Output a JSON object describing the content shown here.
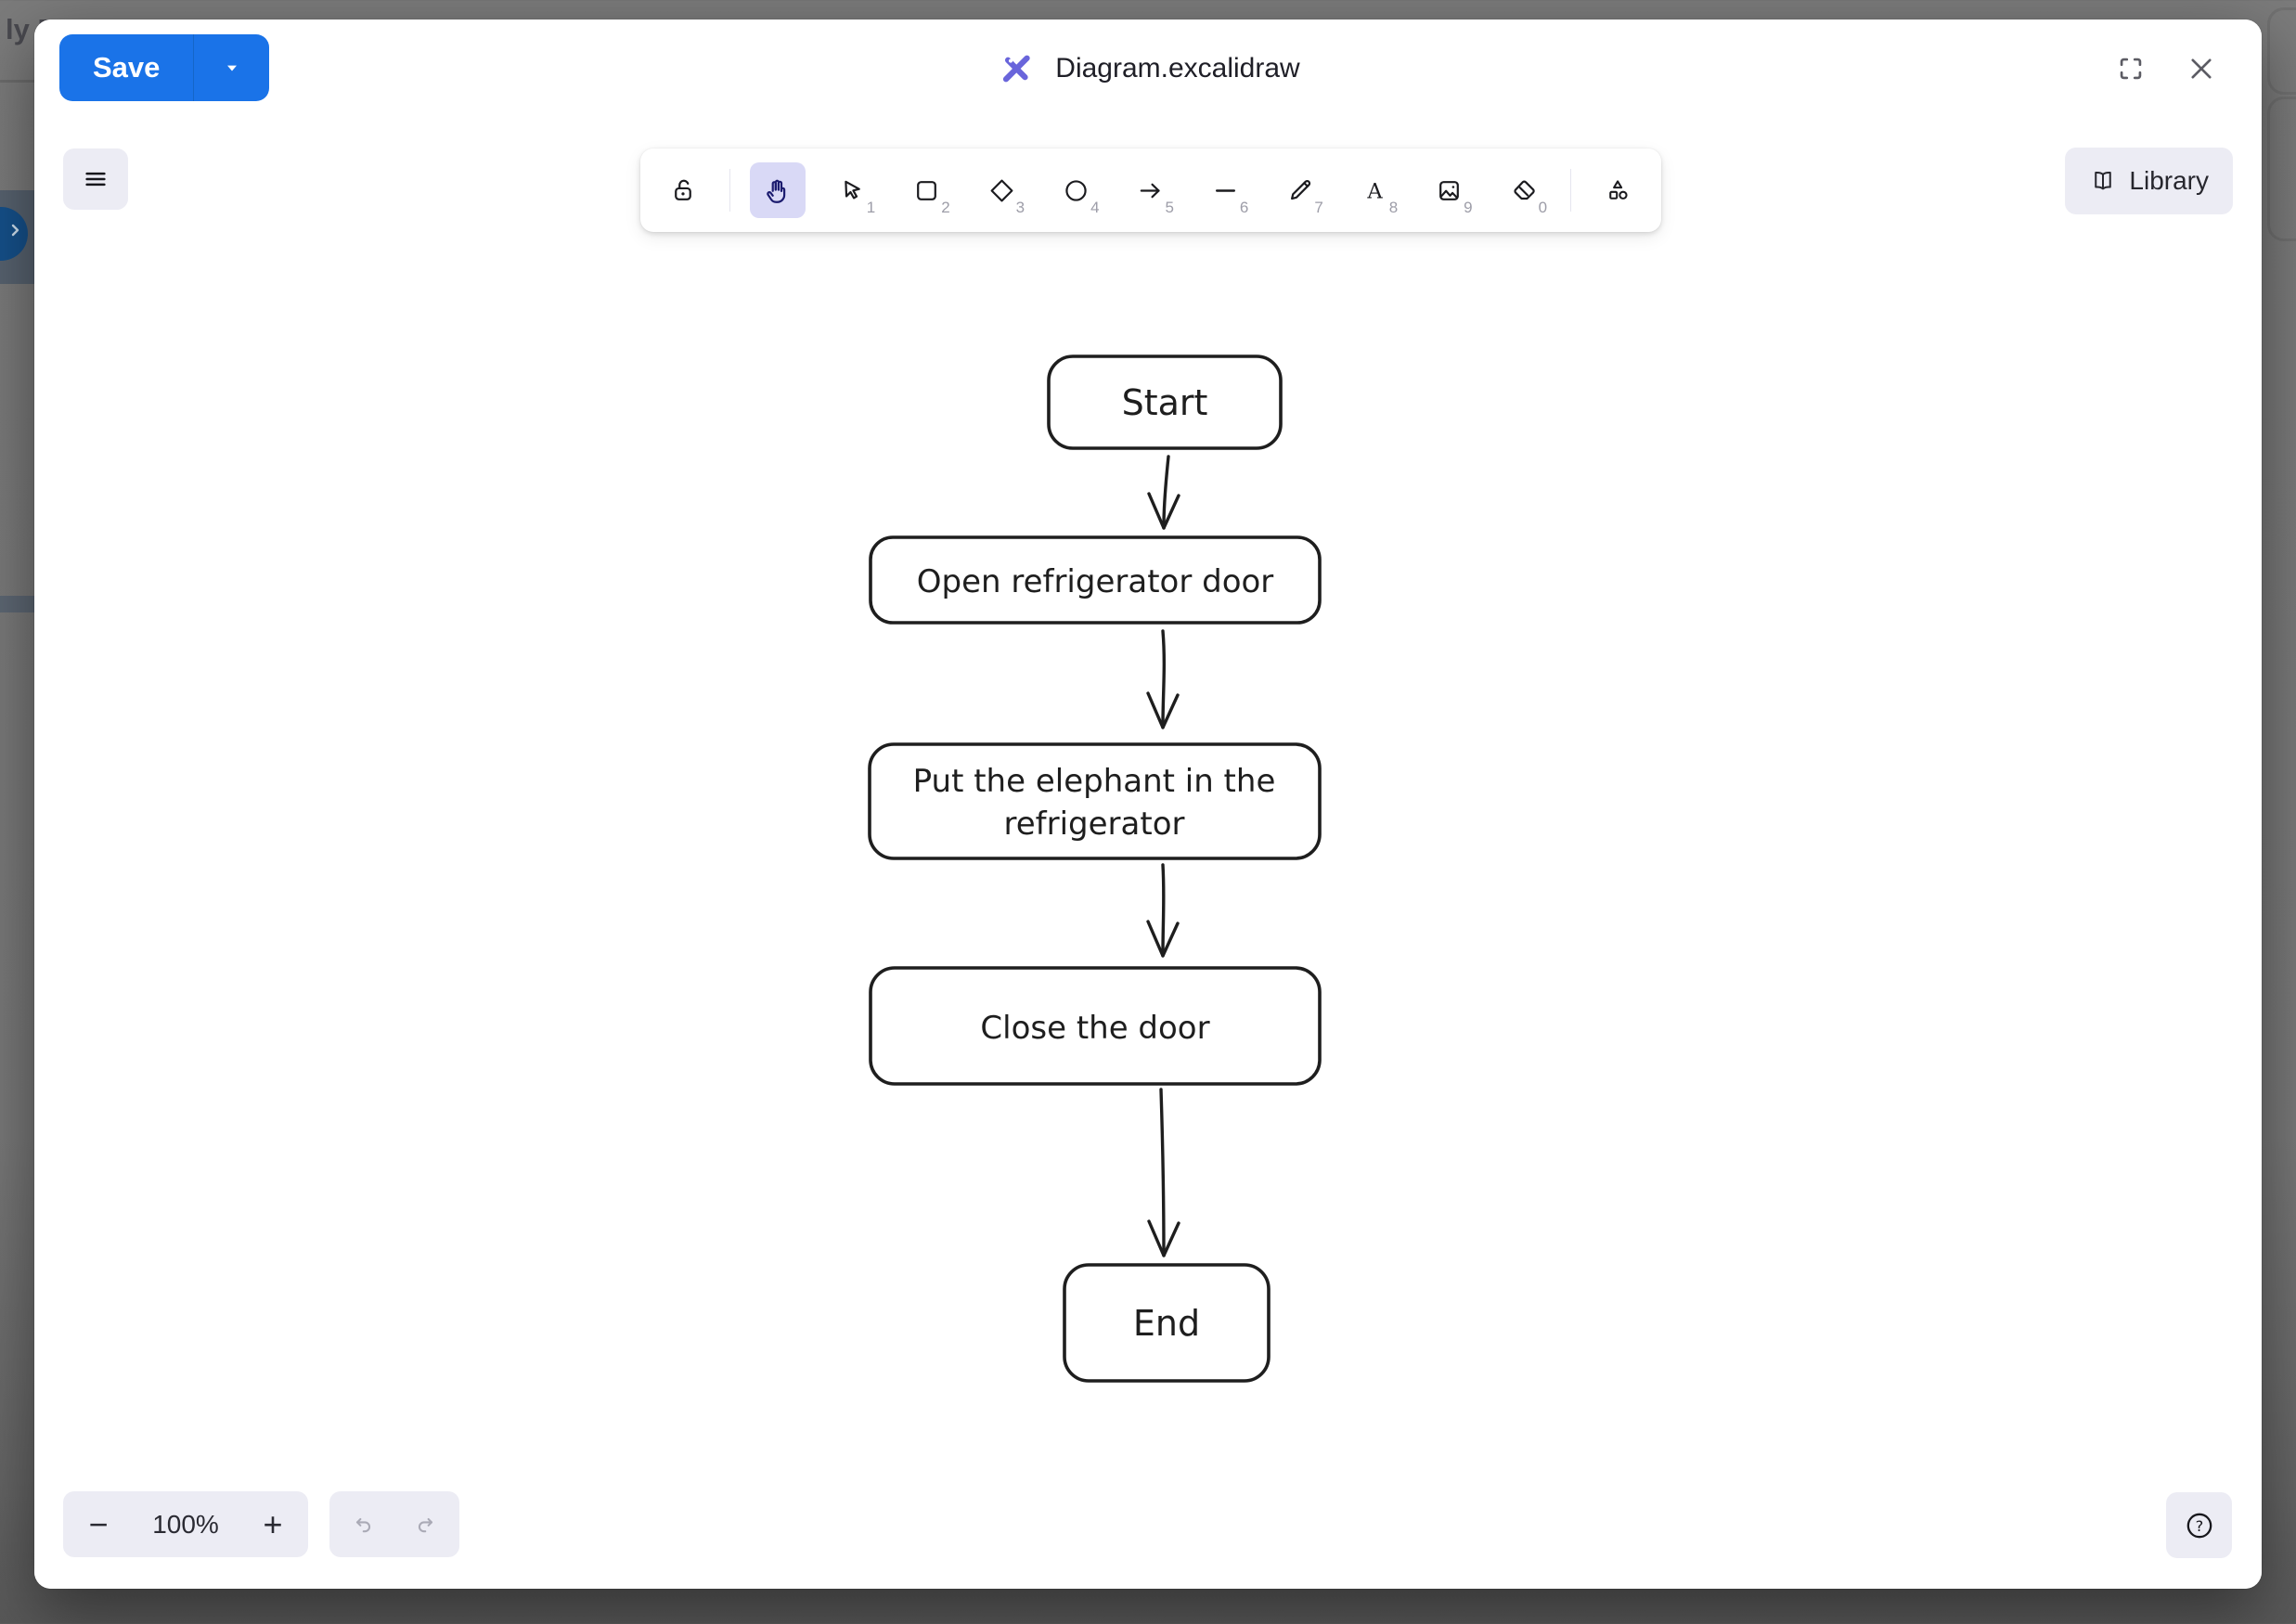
{
  "background": {
    "partial_text": "ly F"
  },
  "colors": {
    "accent_blue": "#1a73e8",
    "brand_purple": "#6965db",
    "island_bg": "#ececf4",
    "selected_tool_bg": "#d9d9f6",
    "canvas_stroke": "#1e1e1e"
  },
  "header": {
    "save_label": "Save",
    "title": "Diagram.excalidraw"
  },
  "toolbar": {
    "tools": [
      {
        "name": "lock",
        "shortcut": ""
      },
      {
        "name": "hand",
        "shortcut": "",
        "selected": true
      },
      {
        "name": "selection",
        "shortcut": "1"
      },
      {
        "name": "rectangle",
        "shortcut": "2"
      },
      {
        "name": "diamond",
        "shortcut": "3"
      },
      {
        "name": "ellipse",
        "shortcut": "4"
      },
      {
        "name": "arrow",
        "shortcut": "5"
      },
      {
        "name": "line",
        "shortcut": "6"
      },
      {
        "name": "draw",
        "shortcut": "7"
      },
      {
        "name": "text",
        "shortcut": "8"
      },
      {
        "name": "image",
        "shortcut": "9"
      },
      {
        "name": "eraser",
        "shortcut": "0"
      },
      {
        "name": "more-shapes",
        "shortcut": ""
      }
    ],
    "text_tool_glyph": "A",
    "library_label": "Library"
  },
  "footer": {
    "zoom_out_label": "−",
    "zoom_level": "100%",
    "zoom_in_label": "+",
    "help_glyph": "?"
  },
  "diagram": {
    "nodes": [
      {
        "label": "Start"
      },
      {
        "label": "Open refrigerator door"
      },
      {
        "label": "Put the elephant in the refrigerator",
        "lines": [
          "Put the elephant in the",
          "refrigerator"
        ]
      },
      {
        "label": "Close the door"
      },
      {
        "label": "End"
      }
    ],
    "edges": [
      {
        "from": "Start",
        "to": "Open refrigerator door"
      },
      {
        "from": "Open refrigerator door",
        "to": "Put the elephant in the refrigerator"
      },
      {
        "from": "Put the elephant in the refrigerator",
        "to": "Close the door"
      },
      {
        "from": "Close the door",
        "to": "End"
      }
    ]
  }
}
